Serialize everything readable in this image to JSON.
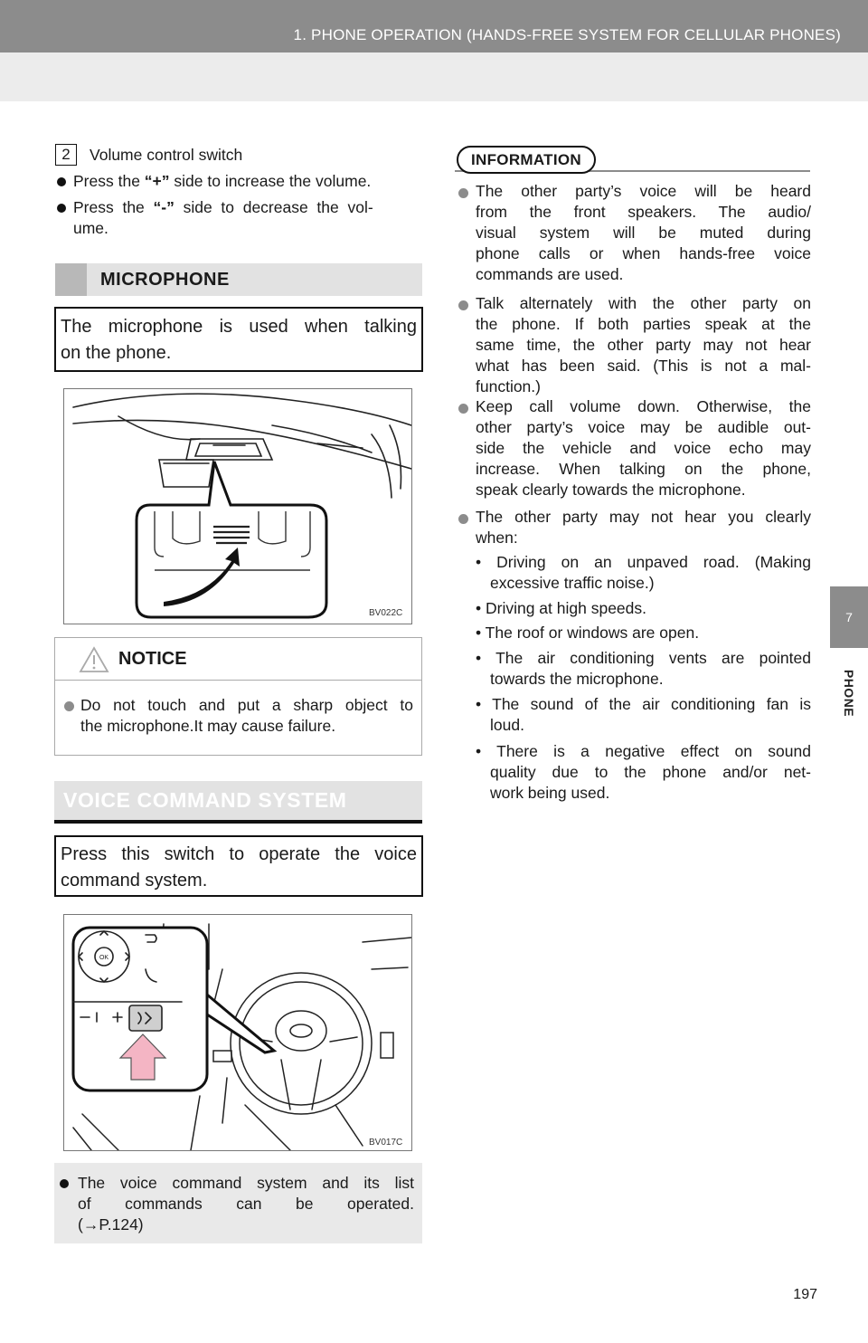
{
  "header": {
    "title": "1. PHONE OPERATION (HANDS-FREE SYSTEM FOR CELLULAR PHONES)"
  },
  "side_tab": {
    "number": "7",
    "label": "PHONE"
  },
  "volume": {
    "item_number": "2",
    "title": "Volume control switch",
    "bullet1": {
      "pre": "Press the ",
      "key": "“+”",
      "post": " side to increase the volume."
    },
    "bullet2_line1": {
      "pre": "Press  the  ",
      "key": "“-”",
      "post": "  side  to  decrease  the  vol-"
    },
    "bullet2_line2": "ume."
  },
  "microphone": {
    "heading": "MICROPHONE",
    "desc_line1": "The microphone is used when talking",
    "desc_line2": "on the phone.",
    "figure_code": "BV022C"
  },
  "notice": {
    "heading": "NOTICE",
    "line1": "Do not touch and put a sharp object to",
    "line2": "the microphone.It may cause failure."
  },
  "voice_command": {
    "heading": "VOICE COMMAND SYSTEM",
    "desc_line1": "Press this switch to operate the voice",
    "desc_line2": "command system.",
    "figure_code": "BV017C",
    "note_line1": "The voice command system and its list",
    "note_line2": "of        commands        can        be        operated.",
    "note_line3": "(→P.124)"
  },
  "information": {
    "heading": "INFORMATION",
    "item1": [
      "The other party’s voice will be heard",
      "from the front speakers. The audio/",
      "visual system will be muted during",
      "phone calls or when hands-free voice",
      "commands are used."
    ],
    "item2": [
      "Talk alternately with the other party on",
      "the phone. If both parties speak at the",
      "same time, the other party may not hear",
      "what has been said. (This is not a mal-",
      "function.)"
    ],
    "item3": [
      "Keep call volume down. Otherwise, the",
      "other party’s voice may be audible out-",
      "side the vehicle and voice echo may",
      "increase. When talking on the phone,",
      "speak clearly towards the microphone."
    ],
    "item4": [
      "The other party may not hear you clearly",
      "when:"
    ],
    "sub1": [
      "• Driving on an unpaved road. (Making",
      "excessive traffic noise.)"
    ],
    "sub2": [
      "• Driving at high speeds."
    ],
    "sub3": [
      "• The roof or windows are open."
    ],
    "sub4": [
      "• The air conditioning vents are pointed",
      "towards the microphone."
    ],
    "sub5": [
      "• The sound of the air conditioning fan is",
      "loud."
    ],
    "sub6": [
      "• There is a negative effect on sound",
      "quality due to the phone and/or net-",
      "work being used."
    ]
  },
  "page_number": "197",
  "icons": {
    "notice": "warning-triangle-icon",
    "arrow": "pink-up-arrow-icon"
  }
}
